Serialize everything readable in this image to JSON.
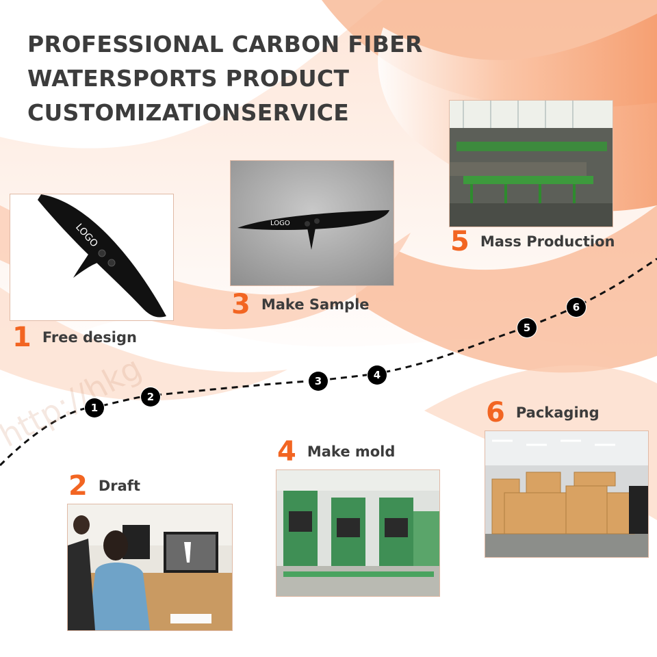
{
  "title": {
    "line1": "PROFESSIONAL CARBON FIBER",
    "line2": "WATERSPORTS PRODUCT",
    "line3": "CUSTOMIZATIONSERVICE"
  },
  "steps": [
    {
      "number": "1",
      "label": "Free design"
    },
    {
      "number": "2",
      "label": "Draft"
    },
    {
      "number": "3",
      "label": "Make Sample"
    },
    {
      "number": "4",
      "label": "Make mold"
    },
    {
      "number": "5",
      "label": "Mass Production"
    },
    {
      "number": "6",
      "label": "Packaging"
    }
  ],
  "timeline_markers": [
    "1",
    "2",
    "3",
    "4",
    "5",
    "6"
  ],
  "product_logo_text": "LOGO",
  "watermark": "http://hkg",
  "colors": {
    "accent": "#f26522",
    "title_text": "#3c3c3c",
    "marker": "#000000",
    "background_wave": "#f7a880"
  }
}
